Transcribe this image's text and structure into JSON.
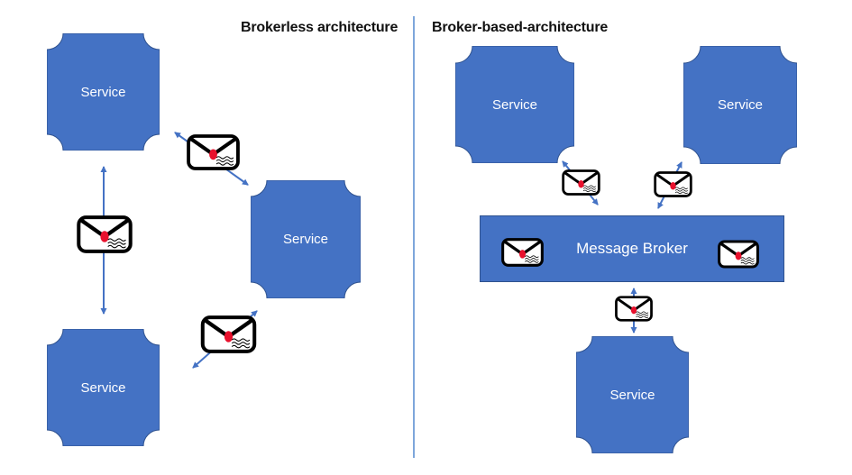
{
  "diagram": {
    "left_panel": {
      "title": "Brokerless architecture",
      "nodes": [
        {
          "label": "Service"
        },
        {
          "label": "Service"
        },
        {
          "label": "Service"
        }
      ],
      "connections": [
        {
          "from": "service-left-top",
          "to": "service-left-middle",
          "via": "envelope-message",
          "bidirectional": true
        },
        {
          "from": "service-left-top",
          "to": "service-left-bottom",
          "via": "envelope-message",
          "bidirectional": true
        },
        {
          "from": "service-left-bottom",
          "to": "service-left-middle",
          "via": "envelope-message",
          "bidirectional": true
        }
      ]
    },
    "right_panel": {
      "title": "Broker-based-architecture",
      "nodes": [
        {
          "label": "Service"
        },
        {
          "label": "Service"
        },
        {
          "label": "Service"
        }
      ],
      "broker": {
        "label": "Message Broker"
      },
      "connections": [
        {
          "from": "service-right-top-left",
          "to": "message-broker",
          "via": "envelope-message",
          "bidirectional": true
        },
        {
          "from": "service-right-top-right",
          "to": "message-broker",
          "via": "envelope-message",
          "bidirectional": true
        },
        {
          "from": "message-broker",
          "to": "service-right-bottom",
          "via": "envelope-message",
          "bidirectional": true
        }
      ]
    },
    "icons": {
      "envelope": "sealed-envelope-icon"
    },
    "colors": {
      "node_fill": "#4472C4",
      "node_border": "#2F528F",
      "node_text": "#FFFFFF",
      "arrow": "#4472C4",
      "divider": "#7EA6DB",
      "title_text": "#111111",
      "envelope_outline": "#000000",
      "envelope_fill": "#FFFFFF",
      "envelope_seal": "#E8112D"
    }
  }
}
